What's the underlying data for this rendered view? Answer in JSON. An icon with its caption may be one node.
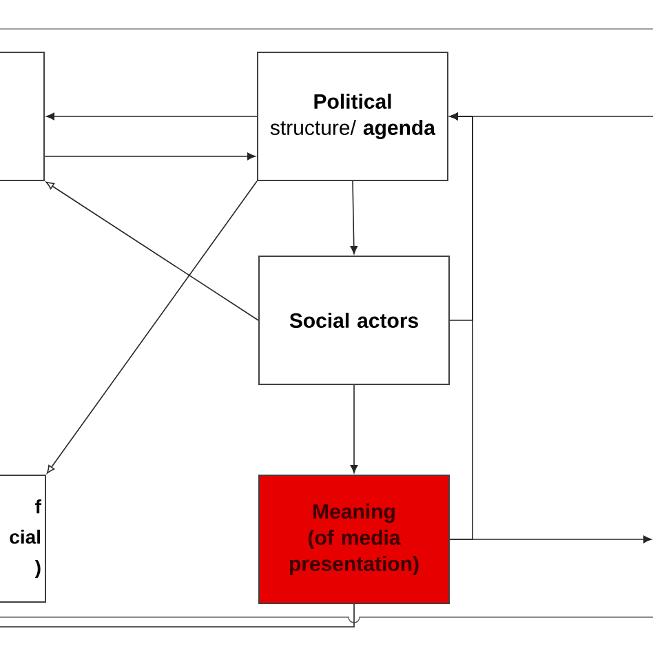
{
  "diagram": {
    "nodes": [
      {
        "text": [],
        "shape": "box"
      },
      {
        "text": [
          "**Political** structure/ **agenda**"
        ]
      },
      {
        "text": [
          "Social actors"
        ]
      },
      {
        "text": [
          "Meaning (of media presentation)"
        ]
      },
      {
        "text": [
          "f cial )"
        ]
      }
    ],
    "edges": [
      {
        "from": 1,
        "to": 0,
        "arrow": "to"
      },
      {
        "from": 0,
        "to": 1,
        "arrow": "to"
      },
      {
        "from": 2,
        "to": 0,
        "arrow": "to"
      },
      {
        "from": 1,
        "to": 4,
        "arrow": "to"
      },
      {
        "from": 1,
        "to": 2,
        "arrow": "to"
      },
      {
        "from": 2,
        "to": 3,
        "arrow": "to"
      },
      {
        "from": null,
        "to": 1,
        "arrow": "to"
      },
      {
        "from": 3,
        "to": 1,
        "arrow": "to"
      },
      {
        "from": 2,
        "to": 1,
        "arrow": "to"
      },
      {
        "from": 3,
        "to": null,
        "arrow": "to"
      },
      {
        "from": 3,
        "to": null,
        "arrow": "none"
      }
    ]
  }
}
